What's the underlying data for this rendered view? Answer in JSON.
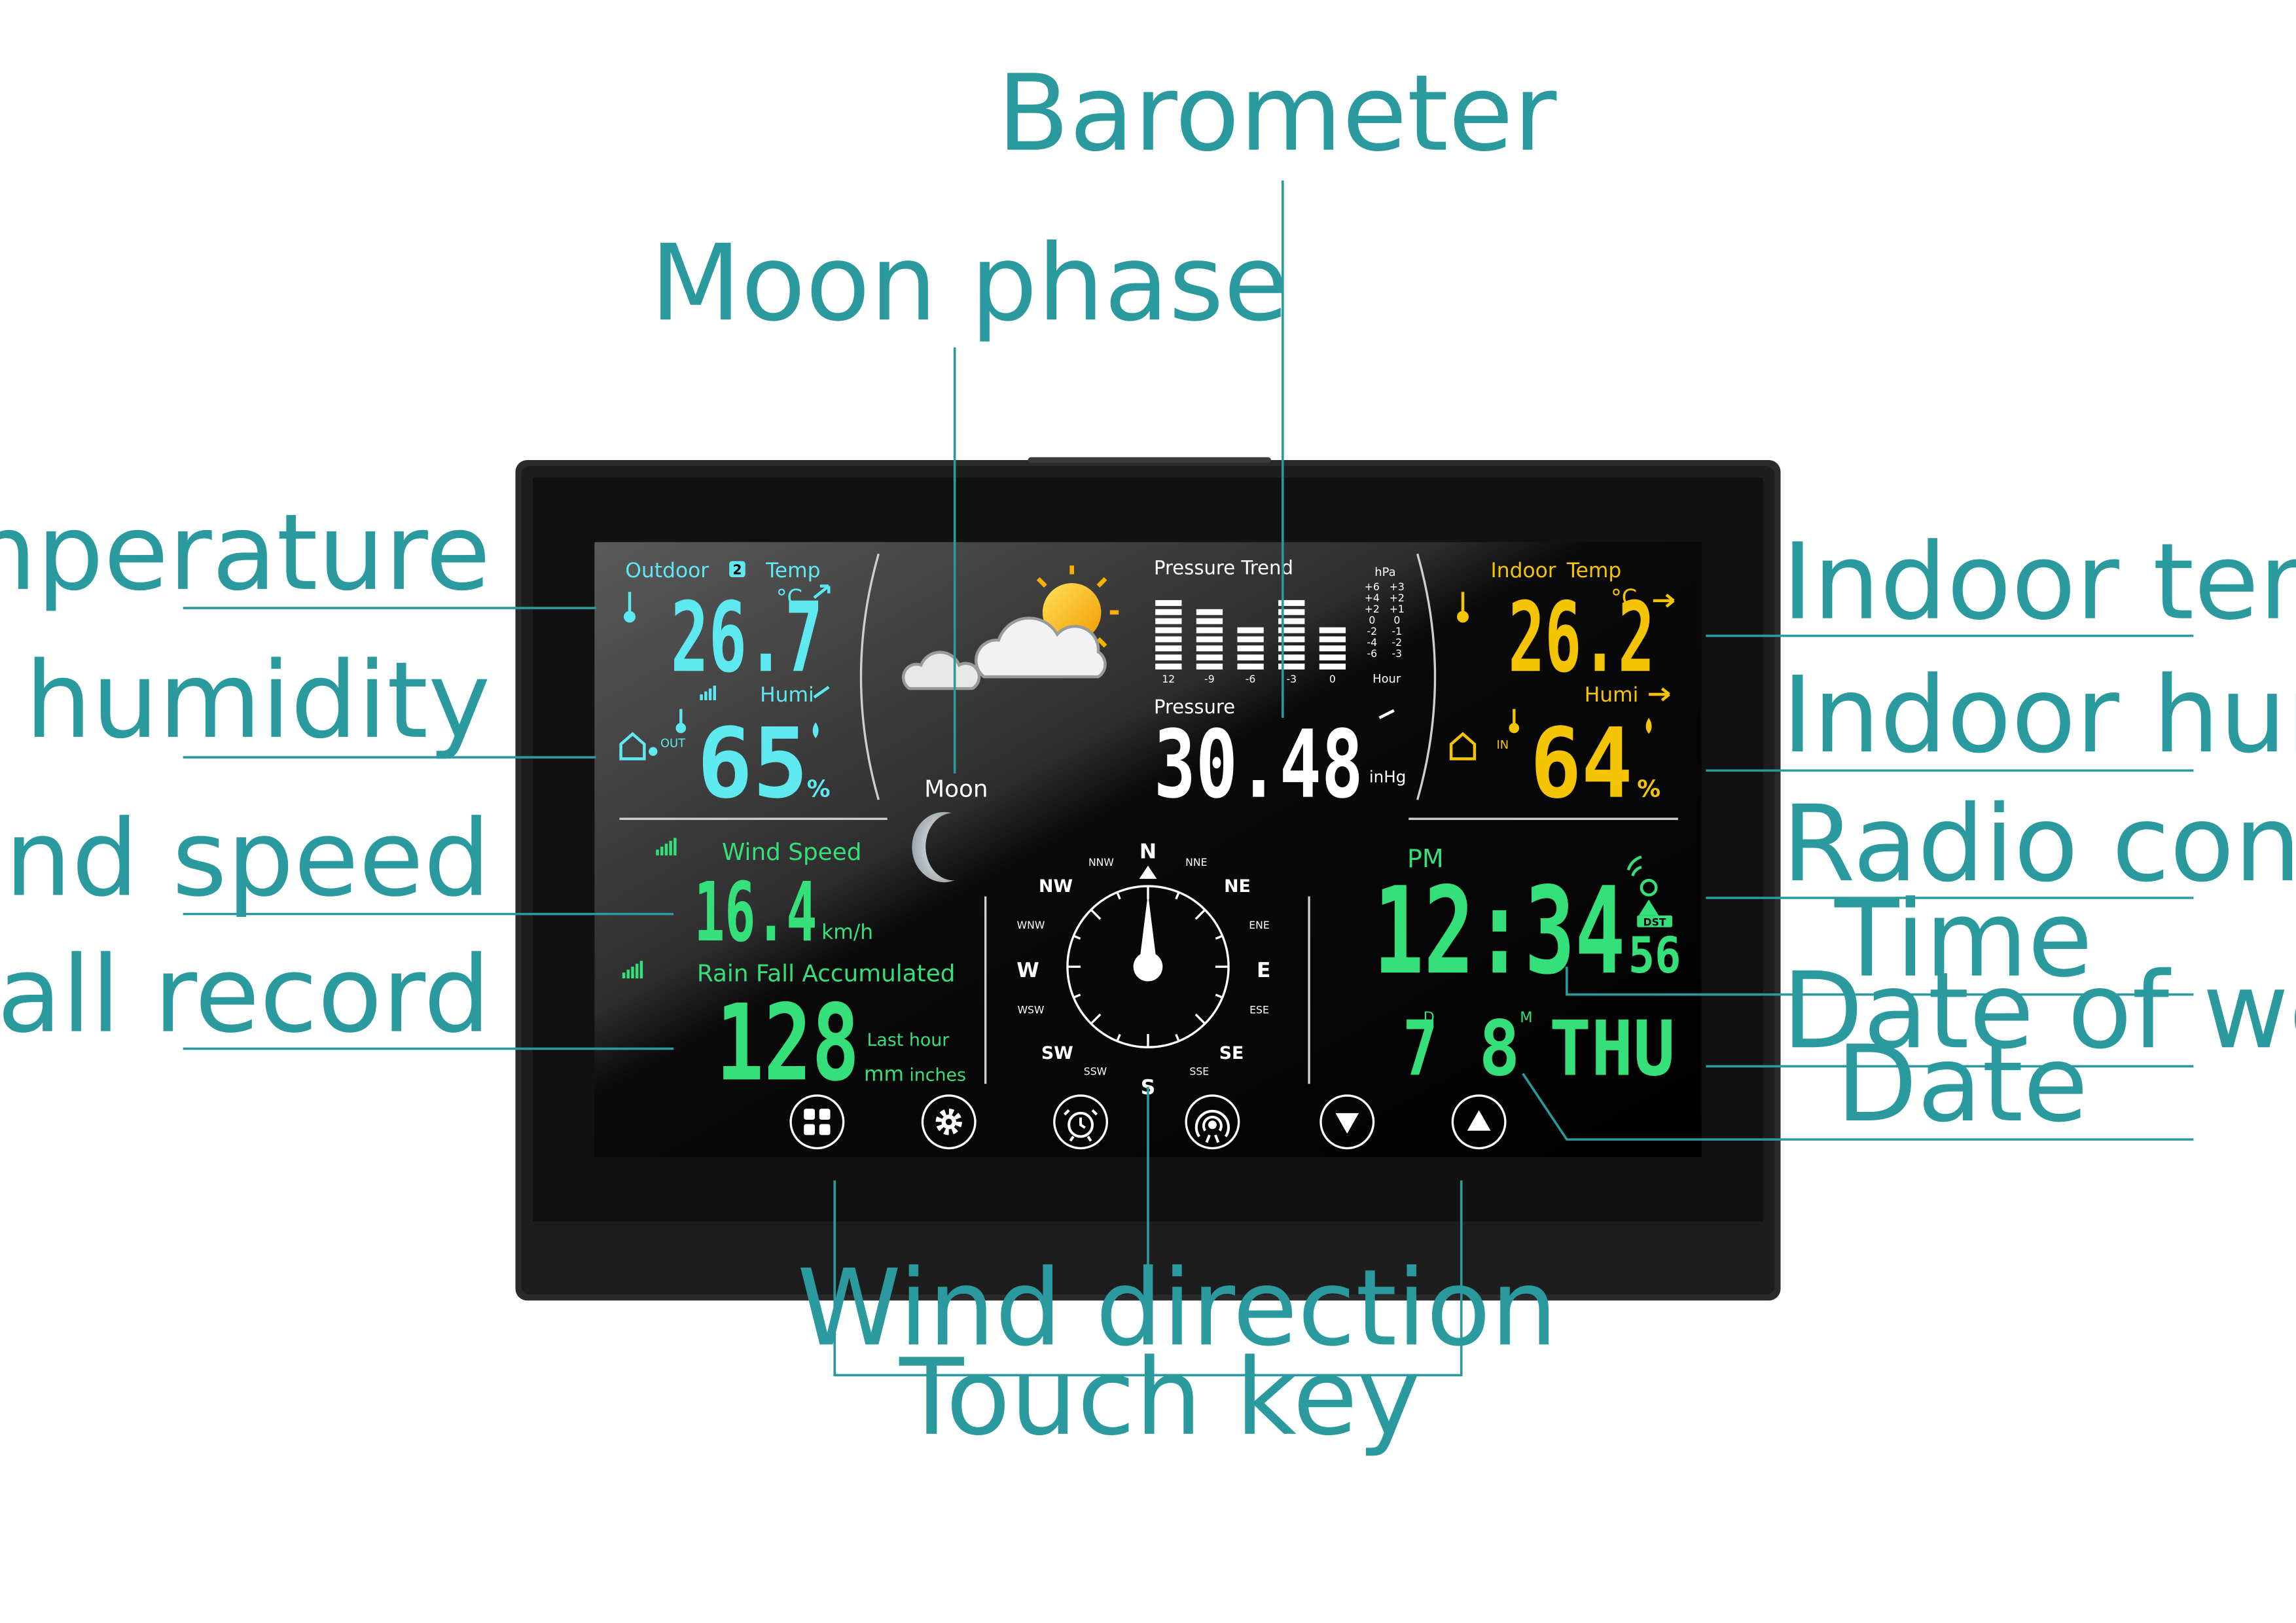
{
  "callouts": {
    "barometer": "Barometer",
    "moon_phase": "Moon phase",
    "outdoor_temperature": "Outdoor temperature",
    "outdoor_humidity": "Outdoor humidity",
    "wind_speed": "Wind speed",
    "rainfall_record": "Rainfall record",
    "indoor_temperature": "Indoor temperature",
    "indoor_humidity": "Indoor humidity",
    "radio_clock": "Radio controlled clock",
    "time": "Time",
    "day_of_week": "Date of week",
    "date": "Date",
    "wind_direction": "Wind direction",
    "touch_key": "Touch key"
  },
  "colors": {
    "callout": "#2a9a9f",
    "outdoor": "#5ee8f0",
    "indoor": "#f5c400",
    "green": "#35e07a",
    "white": "#ffffff"
  },
  "outdoor": {
    "title": "Outdoor",
    "channel": "2",
    "temp_label": "Temp",
    "temp_value": "26.7",
    "temp_unit": "°C",
    "humi_label": "Humi",
    "out_tag": "OUT",
    "humi_value": "65",
    "humi_unit": "%"
  },
  "indoor": {
    "title": "Indoor",
    "temp_label": "Temp",
    "temp_value": "26.2",
    "temp_unit": "°C",
    "humi_label": "Humi",
    "in_tag": "IN",
    "humi_value": "64",
    "humi_unit": "%"
  },
  "pressure": {
    "trend_title": "Pressure Trend",
    "hpa_label": "hPa",
    "scale_hpa": [
      "+6",
      "+4",
      "+2",
      "0",
      "-2",
      "-4",
      "-6"
    ],
    "scale_inhg": [
      "+3",
      "+2",
      "+1",
      "0",
      "-1",
      "-2",
      "-3"
    ],
    "hours": [
      "12",
      "-9",
      "-6",
      "-3",
      "0"
    ],
    "hour_label": "Hour",
    "label": "Pressure",
    "value": "30.48",
    "unit": "inHg"
  },
  "moon": {
    "label": "Moon"
  },
  "wind": {
    "title": "Wind Speed",
    "value": "16.4",
    "unit": "km/h",
    "compass": {
      "N": "N",
      "NNE": "NNE",
      "NE": "NE",
      "ENE": "ENE",
      "E": "E",
      "ESE": "ESE",
      "SE": "SE",
      "SSE": "SSE",
      "S": "S",
      "SSW": "SSW",
      "SW": "SW",
      "WSW": "WSW",
      "W": "W",
      "WNW": "WNW",
      "NW": "NW",
      "NNW": "NNW"
    }
  },
  "rain": {
    "title": "Rain Fall Accumulated",
    "value": "128",
    "period": "Last hour",
    "unit_mm": "mm",
    "unit_in": "inches"
  },
  "clock": {
    "ampm": "PM",
    "time": "12:34",
    "seconds": "56",
    "dst": "DST",
    "day": "7",
    "day_suffix": "D",
    "month": "8",
    "month_suffix": "M",
    "weekday": "THU"
  }
}
